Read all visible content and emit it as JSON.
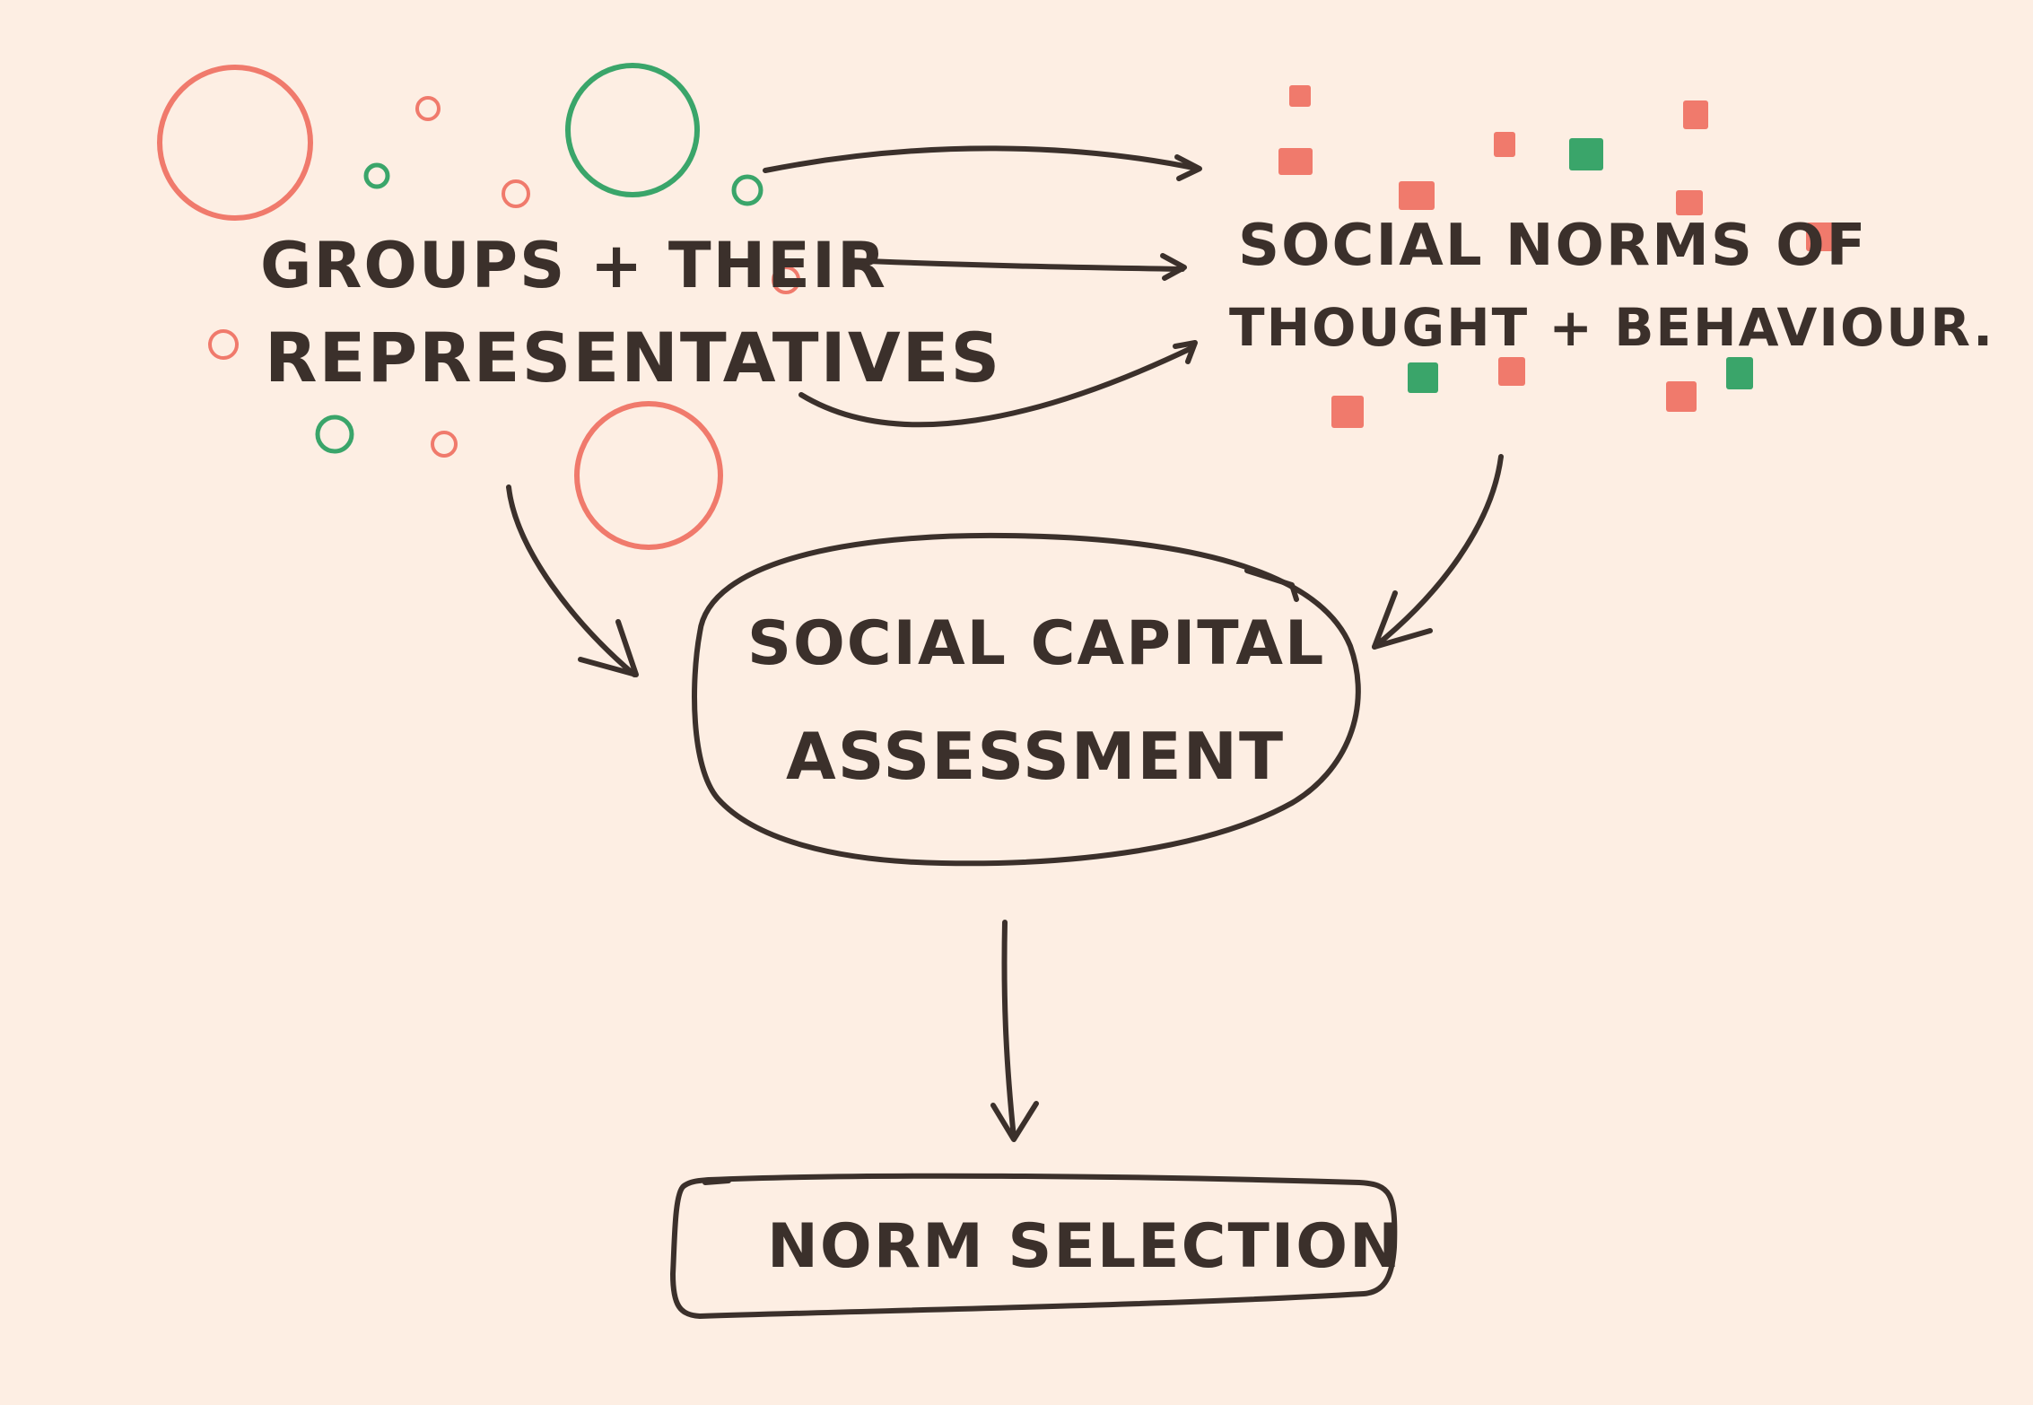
{
  "diagram": {
    "nodes": {
      "groups": {
        "line1": "GROUPS + THEIR",
        "line2": "REPRESENTATIVES"
      },
      "norms": {
        "line1": "SOCIAL NORMS OF",
        "line2": "THOUGHT + BEHAVIOUR."
      },
      "assessment": {
        "line1": "SOCIAL CAPITAL",
        "line2": "ASSESSMENT"
      },
      "selection": {
        "label": "NORM SELECTION"
      }
    },
    "edges": [
      {
        "from": "groups",
        "to": "norms",
        "count": 3
      },
      {
        "from": "groups",
        "to": "assessment"
      },
      {
        "from": "norms",
        "to": "assessment"
      },
      {
        "from": "assessment",
        "to": "selection"
      }
    ]
  },
  "colors": {
    "background": "#fdeee3",
    "ink": "#3b302b",
    "red": "#f07a6c",
    "green": "#3aa56a"
  }
}
